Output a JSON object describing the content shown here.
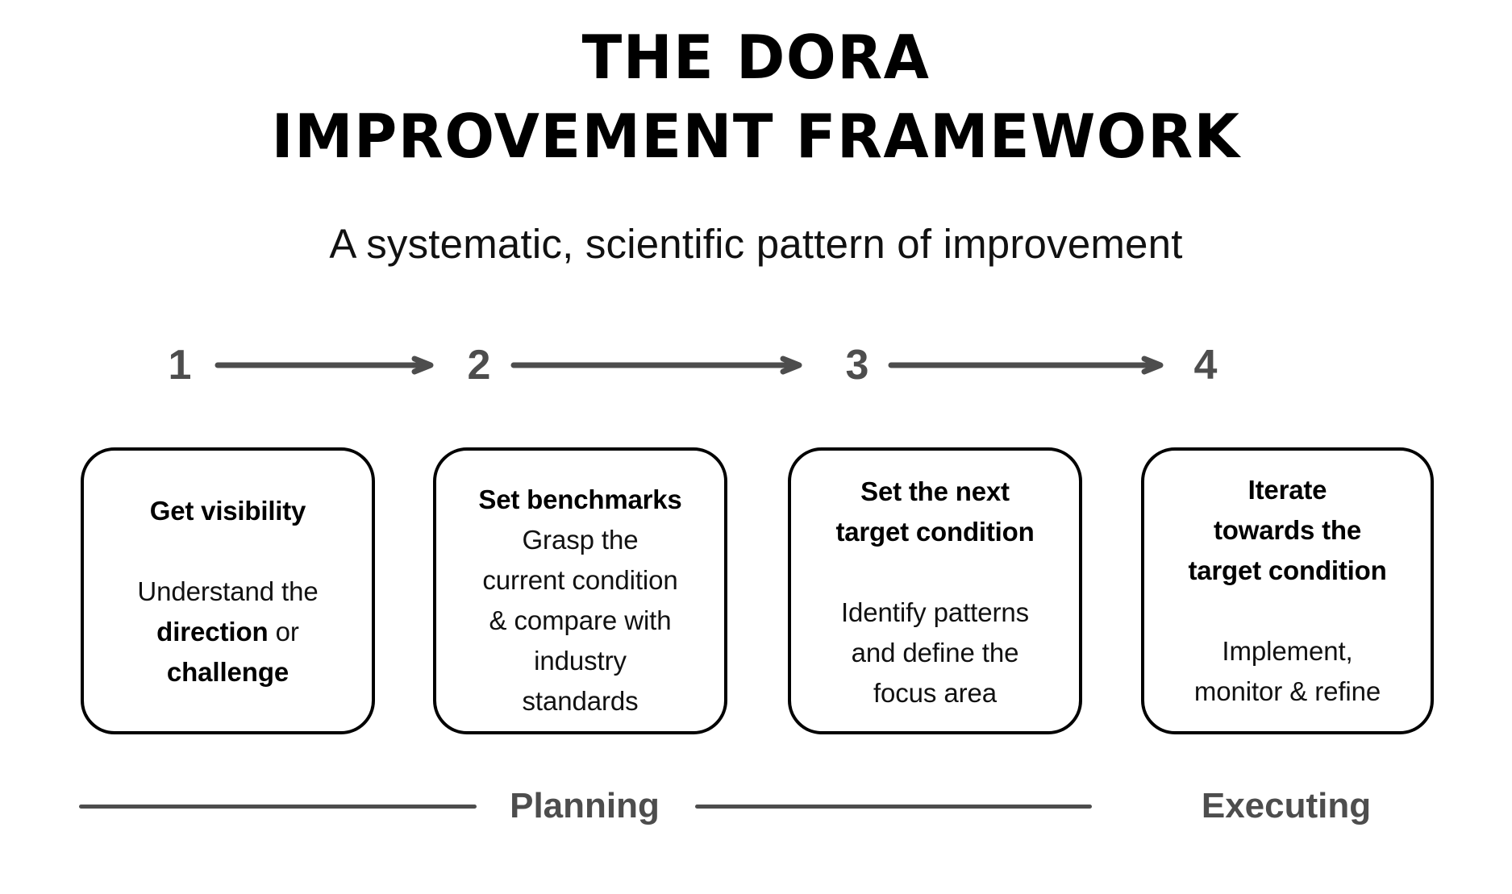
{
  "header": {
    "title_line_1": "THE DORA",
    "title_line_2": "IMPROVEMENT FRAMEWORK",
    "subtitle": "A systematic, scientific pattern of improvement"
  },
  "steps": [
    {
      "number": "1"
    },
    {
      "number": "2"
    },
    {
      "number": "3"
    },
    {
      "number": "4"
    }
  ],
  "cards": [
    {
      "heading": "Get visibility",
      "body_lines": [
        "Understand the",
        "direction or",
        "challenge"
      ],
      "body_html": "Understand the<br><b>direction</b> or<br><b>challenge</b>",
      "has_gap": true
    },
    {
      "heading": "Set benchmarks",
      "body_lines": [
        "Grasp the",
        "current condition",
        "& compare with",
        "industry",
        "standards"
      ],
      "body_html": "Grasp the<br>current condition<br>&amp; compare with<br>industry<br>standards",
      "has_gap": false
    },
    {
      "heading": "Set the next target condition",
      "heading_lines": [
        "Set the next",
        "target condition"
      ],
      "body_lines": [
        "Identify patterns",
        "and define the",
        "focus area"
      ],
      "body_html": "Identify patterns<br>and define the<br>focus area",
      "has_gap": true
    },
    {
      "heading": "Iterate towards the target condition",
      "heading_lines": [
        "Iterate",
        "towards the",
        "target condition"
      ],
      "body_lines": [
        "Implement,",
        "monitor & refine"
      ],
      "body_html": "Implement,<br>monitor &amp; refine",
      "has_gap": true
    }
  ],
  "phases": {
    "planning_label": "Planning",
    "executing_label": "Executing"
  },
  "colors": {
    "text": "#000000",
    "muted": "#4d4d4d",
    "card_border": "#000000",
    "background": "#ffffff"
  }
}
